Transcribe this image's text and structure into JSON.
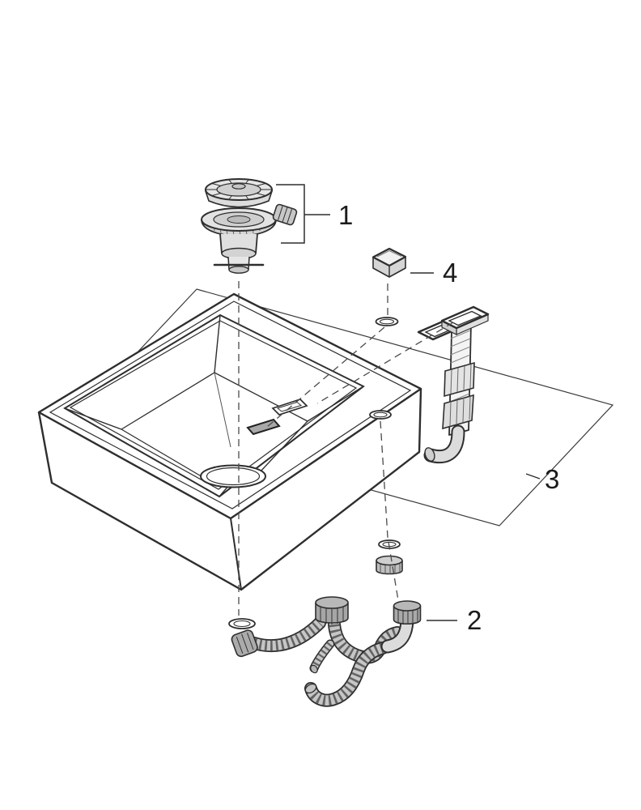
{
  "figure": {
    "kind": "exploded-parts-diagram",
    "subject": "kitchen sink with drain, trap and overflow set"
  },
  "callouts": [
    {
      "text": "1",
      "part": "basket-strainer-assembly"
    },
    {
      "text": "2",
      "part": "siphon-trap-hose-assembly"
    },
    {
      "text": "3",
      "part": "overflow-drain-assembly"
    },
    {
      "text": "4",
      "part": "overflow-cover-cap"
    }
  ],
  "colors": {
    "background": "#ffffff",
    "line": "#2e2e2e",
    "metal_light": "#e3e3e3",
    "metal_mid": "#bfbfbf",
    "metal_dark": "#9a9a9a"
  }
}
